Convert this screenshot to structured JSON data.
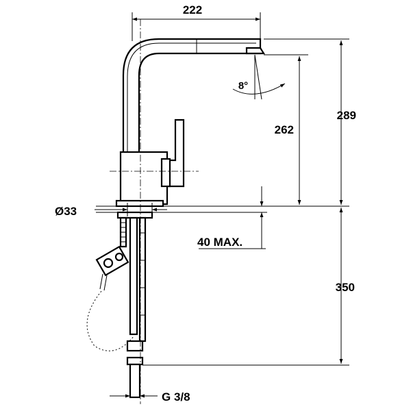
{
  "drawing": {
    "dimensions": {
      "spout_reach": "222",
      "spout_angle": "8°",
      "outlet_height": "262",
      "total_height": "289",
      "hole_diameter": "Ø33",
      "max_counter_thickness": "40 MAX.",
      "hose_length": "350",
      "connection_thread": "G 3/8"
    },
    "colors": {
      "line": "#000000",
      "background": "#ffffff"
    }
  }
}
